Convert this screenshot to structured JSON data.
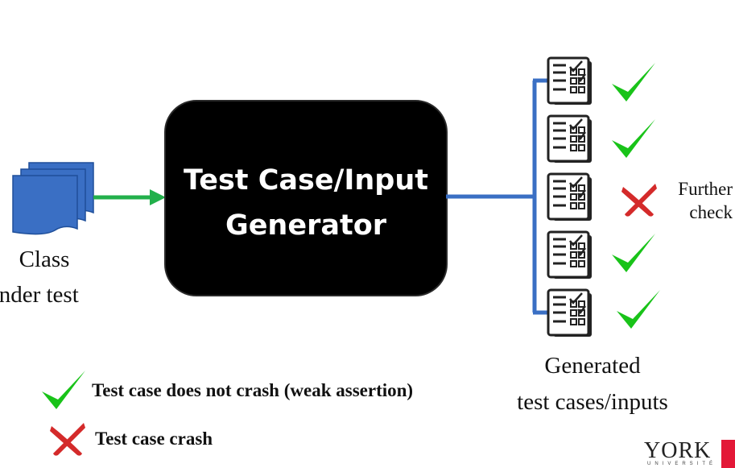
{
  "class_under_test": {
    "line1": "Class",
    "line2": "under test"
  },
  "generator": {
    "line1": "Test Case/Input",
    "line2": "Generator"
  },
  "generated": {
    "line1": "Generated",
    "line2": "test cases/inputs"
  },
  "results": [
    {
      "status": "pass",
      "icon": "check-icon"
    },
    {
      "status": "pass",
      "icon": "check-icon"
    },
    {
      "status": "fail",
      "icon": "cross-icon",
      "note_line1": "Further",
      "note_line2": "check"
    },
    {
      "status": "pass",
      "icon": "check-icon"
    },
    {
      "status": "pass",
      "icon": "check-icon"
    }
  ],
  "legend": {
    "pass_text": "Test case does not crash (weak assertion)",
    "fail_text": "Test case crash"
  },
  "logo": {
    "word": "YORK",
    "sub": "UNIVERSITÉ"
  },
  "colors": {
    "doc_blue": "#3a6fc4",
    "arrow_green": "#22b04b",
    "connector_blue": "#3a6fc4",
    "check_green": "#19c319",
    "cross_red": "#d42a2a",
    "york_red": "#e31837"
  }
}
